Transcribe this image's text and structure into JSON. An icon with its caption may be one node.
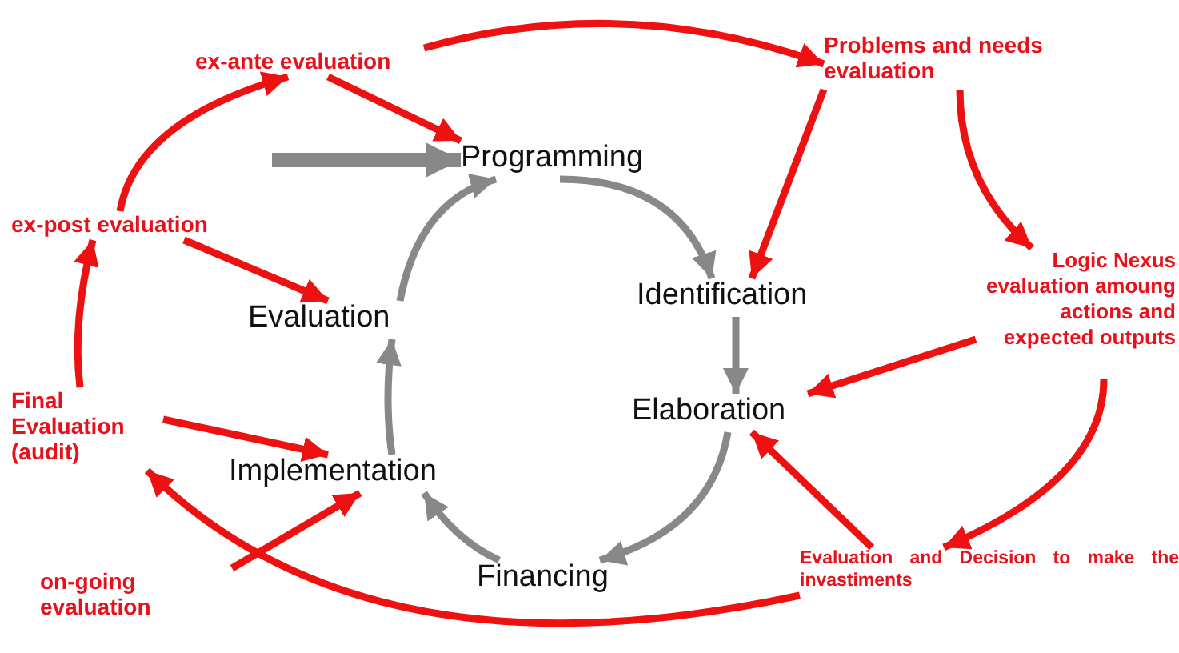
{
  "diagram": {
    "nodes": [
      {
        "text": [
          "Programming"
        ]
      },
      {
        "text": [
          "Identification"
        ]
      },
      {
        "text": [
          "Elaboration"
        ]
      },
      {
        "text": [
          "Financing"
        ]
      },
      {
        "text": [
          "Implementation"
        ]
      },
      {
        "text": [
          "Evaluation"
        ]
      },
      {
        "text": [
          "ex-ante evaluation"
        ]
      },
      {
        "text": [
          "Problems and needs evaluation"
        ]
      },
      {
        "text": [
          "Logic Nexus evaluation amoung actions and expected outputs"
        ]
      },
      {
        "text": [
          "Evaluation and Decision to make the invastiments"
        ]
      },
      {
        "text": [
          "on-going evaluation"
        ]
      },
      {
        "text": [
          "Final Evaluation (audit)"
        ]
      },
      {
        "text": [
          "ex-post evaluation"
        ]
      }
    ],
    "edges": [
      {
        "from": 0,
        "to": 1,
        "arrow": "to",
        "color": "#888888"
      },
      {
        "from": 1,
        "to": 2,
        "arrow": "to",
        "color": "#888888"
      },
      {
        "from": 2,
        "to": 3,
        "arrow": "to",
        "color": "#888888"
      },
      {
        "from": 3,
        "to": 4,
        "arrow": "to",
        "color": "#888888"
      },
      {
        "from": 4,
        "to": 5,
        "arrow": "to",
        "color": "#888888"
      },
      {
        "from": 5,
        "to": 0,
        "arrow": "to",
        "color": "#888888"
      },
      {
        "from": null,
        "to": 0,
        "arrow": "to",
        "style": "thick",
        "color": "#888888"
      },
      {
        "from": 12,
        "to": 6,
        "arrow": "to"
      },
      {
        "from": 6,
        "to": 7,
        "arrow": "to"
      },
      {
        "from": 7,
        "to": 8,
        "arrow": "to"
      },
      {
        "from": 8,
        "to": 9,
        "arrow": "to"
      },
      {
        "from": 9,
        "to": 11,
        "arrow": "to"
      },
      {
        "from": 11,
        "to": 12,
        "arrow": "to"
      },
      {
        "from": 6,
        "to": 0,
        "arrow": "to"
      },
      {
        "from": 7,
        "to": 1,
        "arrow": "to"
      },
      {
        "from": 8,
        "to": 2,
        "arrow": "to"
      },
      {
        "from": 9,
        "to": 2,
        "arrow": "to"
      },
      {
        "from": 12,
        "to": 5,
        "arrow": "to"
      },
      {
        "from": 11,
        "to": 4,
        "arrow": "to"
      },
      {
        "from": 10,
        "to": 4,
        "arrow": "to"
      }
    ]
  }
}
